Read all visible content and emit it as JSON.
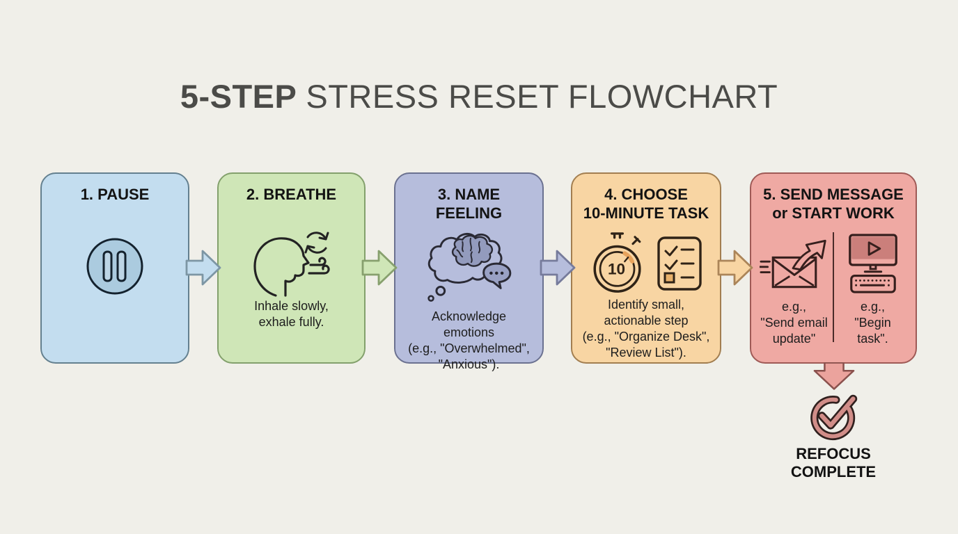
{
  "background": "#f0efe9",
  "title": {
    "emphasis": "5-STEP",
    "rest": "STRESS RESET FLOWCHART",
    "color": "#4b4b48"
  },
  "steps": [
    {
      "header_lines": [
        "1. PAUSE"
      ],
      "body_lines": [],
      "icon": "pause-icon",
      "fill": "#c3ddef",
      "border": "#64808f"
    },
    {
      "header_lines": [
        "2. BREATHE"
      ],
      "body_lines": [
        "Inhale slowly,",
        "exhale fully."
      ],
      "icon": "breathing-head-cycle-icon",
      "fill": "#cfe6b7",
      "border": "#83a06c"
    },
    {
      "header_lines": [
        "3. NAME",
        "FEELING"
      ],
      "body_lines": [
        "Acknowledge",
        "emotions",
        "(e.g., \"Overwhelmed\",",
        "\"Anxious\")."
      ],
      "icon": "thought-cloud-brain-speech-icon",
      "fill": "#b6bddc",
      "border": "#6b7190"
    },
    {
      "header_lines": [
        "4. CHOOSE",
        "10-MINUTE TASK"
      ],
      "body_lines": [
        "Identify small,",
        "actionable step",
        "(e.g., \"Organize Desk\",",
        "\"Review List\")."
      ],
      "icons": [
        "stopwatch-10-icon",
        "checklist-icon"
      ],
      "stopwatch_value": "10",
      "fill": "#f8d5a3",
      "border": "#a27e50"
    },
    {
      "header_lines": [
        "5. SEND MESSAGE",
        "or START WORK"
      ],
      "options": [
        {
          "icon": "send-email-icon",
          "lines": [
            "e.g.,",
            "\"Send email",
            "update\""
          ]
        },
        {
          "icon": "computer-start-icon",
          "lines": [
            "e.g.,",
            "\"Begin",
            "task\"."
          ]
        }
      ],
      "fill": "#efa9a3",
      "border": "#9f5a56"
    }
  ],
  "connectors": [
    {
      "fill": "#c3ddef",
      "stroke": "#7d96a4"
    },
    {
      "fill": "#cfe6b7",
      "stroke": "#87a06e"
    },
    {
      "fill": "#b6bddc",
      "stroke": "#767b9b"
    },
    {
      "fill": "#f8d5a3",
      "stroke": "#ab8559"
    }
  ],
  "final": {
    "arrow_fill": "#eba39d",
    "arrow_stroke": "#8a514d",
    "check_ring": "#d18d88",
    "check_outline": "#30201e",
    "check_icon": "check-circle-icon",
    "label_lines": [
      "REFOCUS",
      "COMPLETE"
    ]
  }
}
